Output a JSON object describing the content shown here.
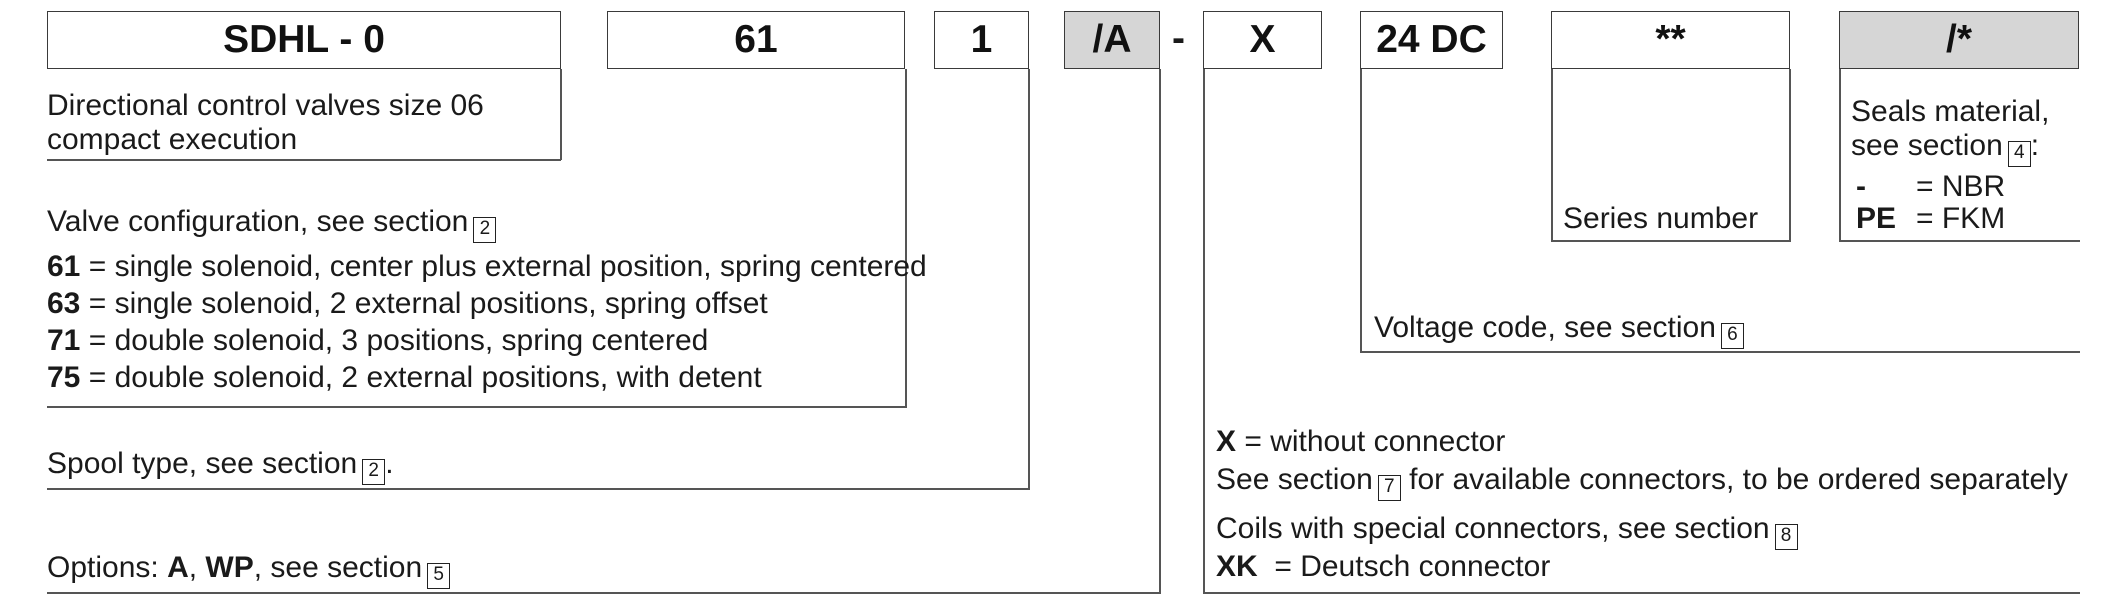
{
  "code_boxes": {
    "model": "SDHL - 0",
    "configuration": "61",
    "spool": "1",
    "options": "/A",
    "dash": "-",
    "connector": "X",
    "voltage": "24 DC",
    "series": "**",
    "seals": "/*"
  },
  "model_desc": {
    "line1": "Directional control valves size 06",
    "line2": "compact execution"
  },
  "configuration": {
    "heading": "Valve configuration, see section",
    "heading_ref": "2",
    "items": [
      {
        "code": "61",
        "eq": " = ",
        "text": "single solenoid, center plus external position, spring centered"
      },
      {
        "code": "63",
        "eq": " = ",
        "text": "single solenoid, 2 external positions, spring offset"
      },
      {
        "code": "71",
        "eq": " = ",
        "text": "double solenoid, 3 positions, spring centered"
      },
      {
        "code": "75",
        "eq": " = ",
        "text": "double solenoid, 2 external positions, with detent"
      }
    ]
  },
  "spool_type": {
    "text": "Spool type, see section",
    "ref": "2",
    "suffix": "."
  },
  "options": {
    "prefix": "Options: ",
    "opt1": "A",
    "sep": ", ",
    "opt2": "WP",
    "suffix": ", see section",
    "ref": "5"
  },
  "series": {
    "label": "Series number"
  },
  "seals": {
    "line1": "Seals material,",
    "line2": "see section",
    "ref": "4",
    "colon": ":",
    "items": [
      {
        "code": "-",
        "eq": "= NBR"
      },
      {
        "code": "PE",
        "eq": "= FKM"
      }
    ]
  },
  "voltage": {
    "text": "Voltage code, see section",
    "ref": "6"
  },
  "connector": {
    "x_code": "X",
    "x_text": " = without connector",
    "see_prefix": "See section",
    "see_ref": "7",
    "see_suffix": " for available connectors, to be ordered separately",
    "coils_text": "Coils with special connectors, see section",
    "coils_ref": "8",
    "xk_code": "XK",
    "xk_text": "  = Deutsch connector"
  },
  "colors": {
    "line": "#3a3a3a",
    "shaded_box": "#d6d6d6",
    "text": "#1a1a1a"
  }
}
